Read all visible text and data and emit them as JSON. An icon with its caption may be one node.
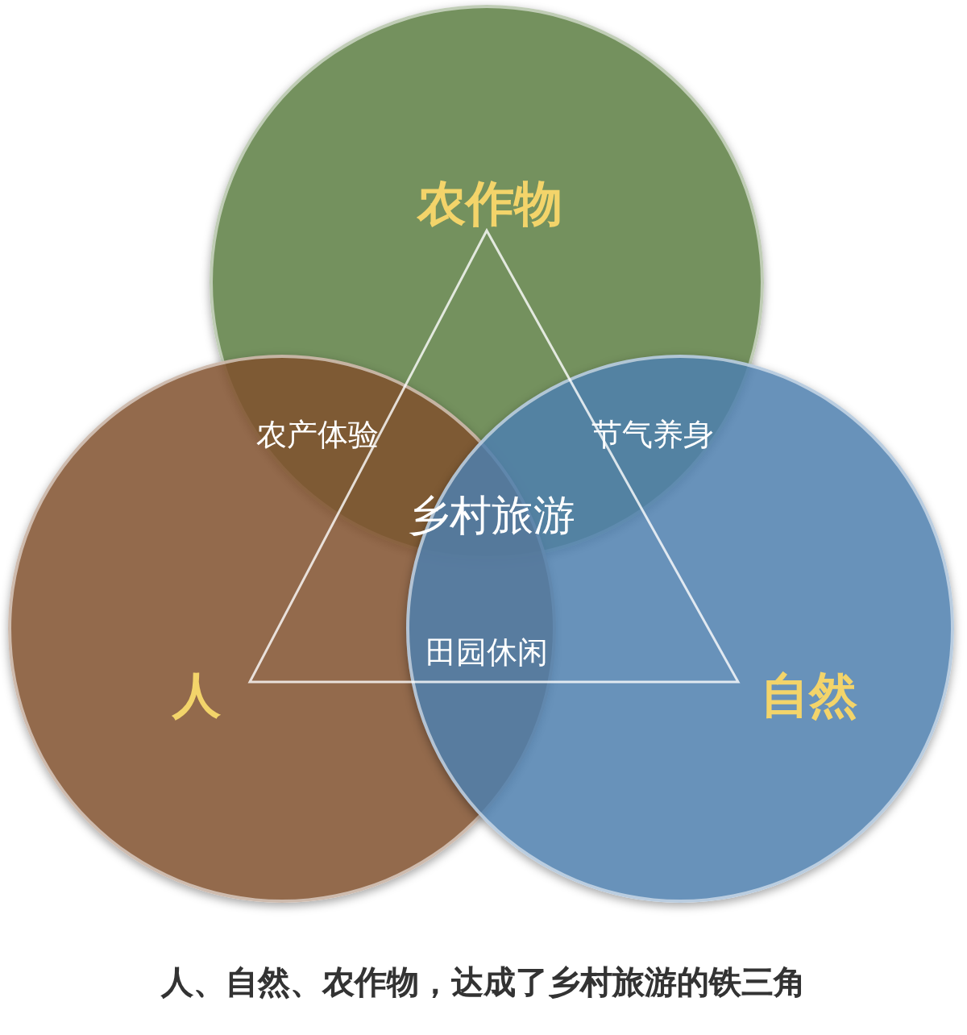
{
  "diagram": {
    "caption": "人、自然、农作物，达成了乡村旅游的铁三角",
    "nodes": [
      {
        "text": [
          "农作物"
        ]
      },
      {
        "text": [
          "人"
        ]
      },
      {
        "text": [
          "自然"
        ]
      }
    ],
    "labels": [
      "农产体验",
      "节气养身",
      "乡村旅游",
      "田园休闲"
    ]
  }
}
